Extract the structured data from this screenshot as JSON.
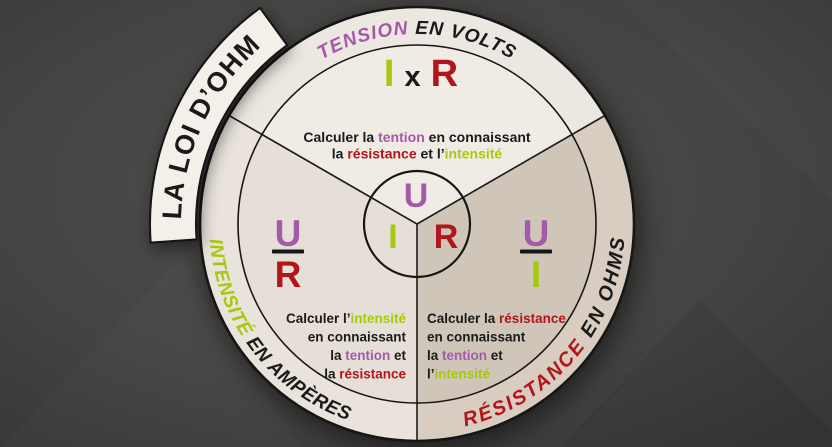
{
  "colors": {
    "purple": "#a55aa8",
    "green": "#a6c90d",
    "red": "#b2151a",
    "ink": "#1a1a1a"
  },
  "banner": {
    "title": "LA LOI D’OHM"
  },
  "ring_labels": {
    "tension": {
      "term": "TENSION",
      "unit": " EN VOLTS"
    },
    "intensite": {
      "term": "INTENSITÉ",
      "unit": " EN AMPÈRES"
    },
    "resistance": {
      "term": "RÉSISTANCE",
      "unit": " EN OHMS"
    }
  },
  "center_circle": {
    "top": "U",
    "left": "I",
    "right": "R"
  },
  "formulas": {
    "tension": {
      "left": "I",
      "op": "x",
      "right": "R"
    },
    "intensite": {
      "num": "U",
      "den": "R"
    },
    "resistance": {
      "num": "U",
      "den": "I"
    }
  },
  "descriptions": {
    "tension": {
      "line1": [
        {
          "text": "Calculer la ",
          "color": "ink"
        },
        {
          "text": "tention",
          "color": "purple"
        },
        {
          "text": " en connaissant",
          "color": "ink"
        }
      ],
      "line2": [
        {
          "text": "la ",
          "color": "ink"
        },
        {
          "text": "résistance",
          "color": "red"
        },
        {
          "text": " et l’",
          "color": "ink"
        },
        {
          "text": "intensité",
          "color": "green"
        }
      ]
    },
    "intensite": {
      "line1": [
        {
          "text": "Calculer l’",
          "color": "ink"
        },
        {
          "text": "intensité",
          "color": "green"
        }
      ],
      "line2": [
        {
          "text": "en connaissant",
          "color": "ink"
        }
      ],
      "line3": [
        {
          "text": "la ",
          "color": "ink"
        },
        {
          "text": "tention",
          "color": "purple"
        },
        {
          "text": " et",
          "color": "ink"
        }
      ],
      "line4": [
        {
          "text": "la ",
          "color": "ink"
        },
        {
          "text": "résistance",
          "color": "red"
        }
      ]
    },
    "resistance": {
      "line1": [
        {
          "text": "Calculer la ",
          "color": "ink"
        },
        {
          "text": "résistance",
          "color": "red"
        }
      ],
      "line2": [
        {
          "text": "en connaissant",
          "color": "ink"
        }
      ],
      "line3": [
        {
          "text": "la ",
          "color": "ink"
        },
        {
          "text": "tention",
          "color": "purple"
        },
        {
          "text": " et",
          "color": "ink"
        }
      ],
      "line4": [
        {
          "text": "l’",
          "color": "ink"
        },
        {
          "text": "intensité",
          "color": "green"
        }
      ]
    }
  }
}
